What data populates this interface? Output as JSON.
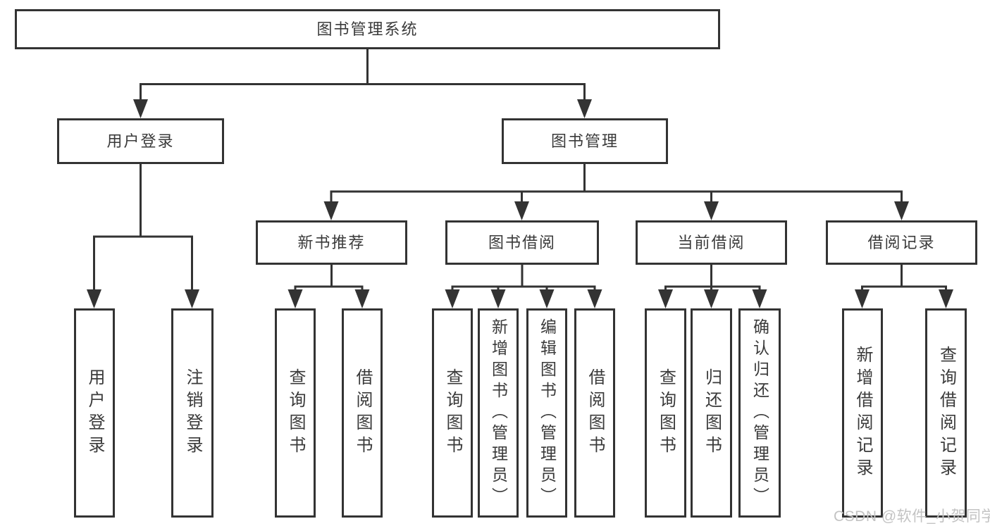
{
  "diagram": {
    "title": "图书管理系统",
    "branches": {
      "user_login": "用户登录",
      "book_management": "图书管理"
    },
    "modules": {
      "new_book_recommend": "新书推荐",
      "book_borrow": "图书借阅",
      "current_borrow": "当前借阅",
      "borrow_records": "借阅记录"
    },
    "leaves": {
      "user_login": "用户登录",
      "logout": "注销登录",
      "recommend_query_books": "查询图书",
      "recommend_borrow_books": "借阅图书",
      "borrow_query_books": "查询图书",
      "borrow_add_books": "新增图书（管理员）",
      "borrow_edit_books": "编辑图书（管理员）",
      "borrow_borrow_books": "借阅图书",
      "current_query_books": "查询图书",
      "current_return_books": "归还图书",
      "current_confirm_return": "确认归还（管理员）",
      "records_add_record": "新增借阅记录",
      "records_query_record": "查询借阅记录"
    }
  },
  "watermark": "CSDN @软件_小贺同学",
  "colors": {
    "line": "#333333",
    "text": "#3a3a3a",
    "watermark": "#c3c3c3",
    "background": "#ffffff"
  }
}
